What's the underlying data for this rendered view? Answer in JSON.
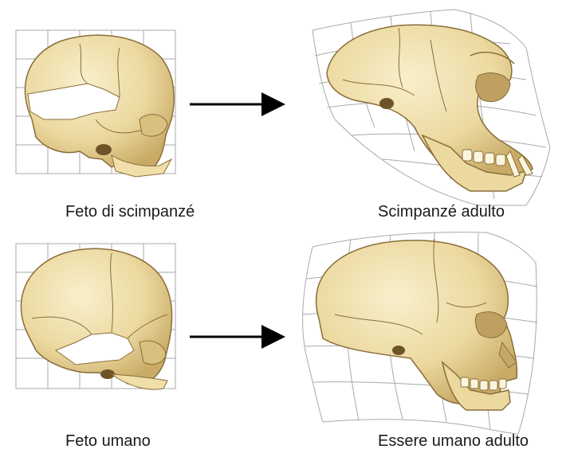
{
  "labels": {
    "chimp_fetus": "Feto di scimpanzé",
    "chimp_adult": "Scimpanzé adulto",
    "human_fetus": "Feto umano",
    "human_adult": "Essere umano adulto"
  },
  "colors": {
    "bone_light": "#f3e6b8",
    "bone_mid": "#e4cf8e",
    "bone_shadow": "#b89a55",
    "suture": "#8a6e3a",
    "grid": "#a9a9a9",
    "arrow": "#000000"
  }
}
